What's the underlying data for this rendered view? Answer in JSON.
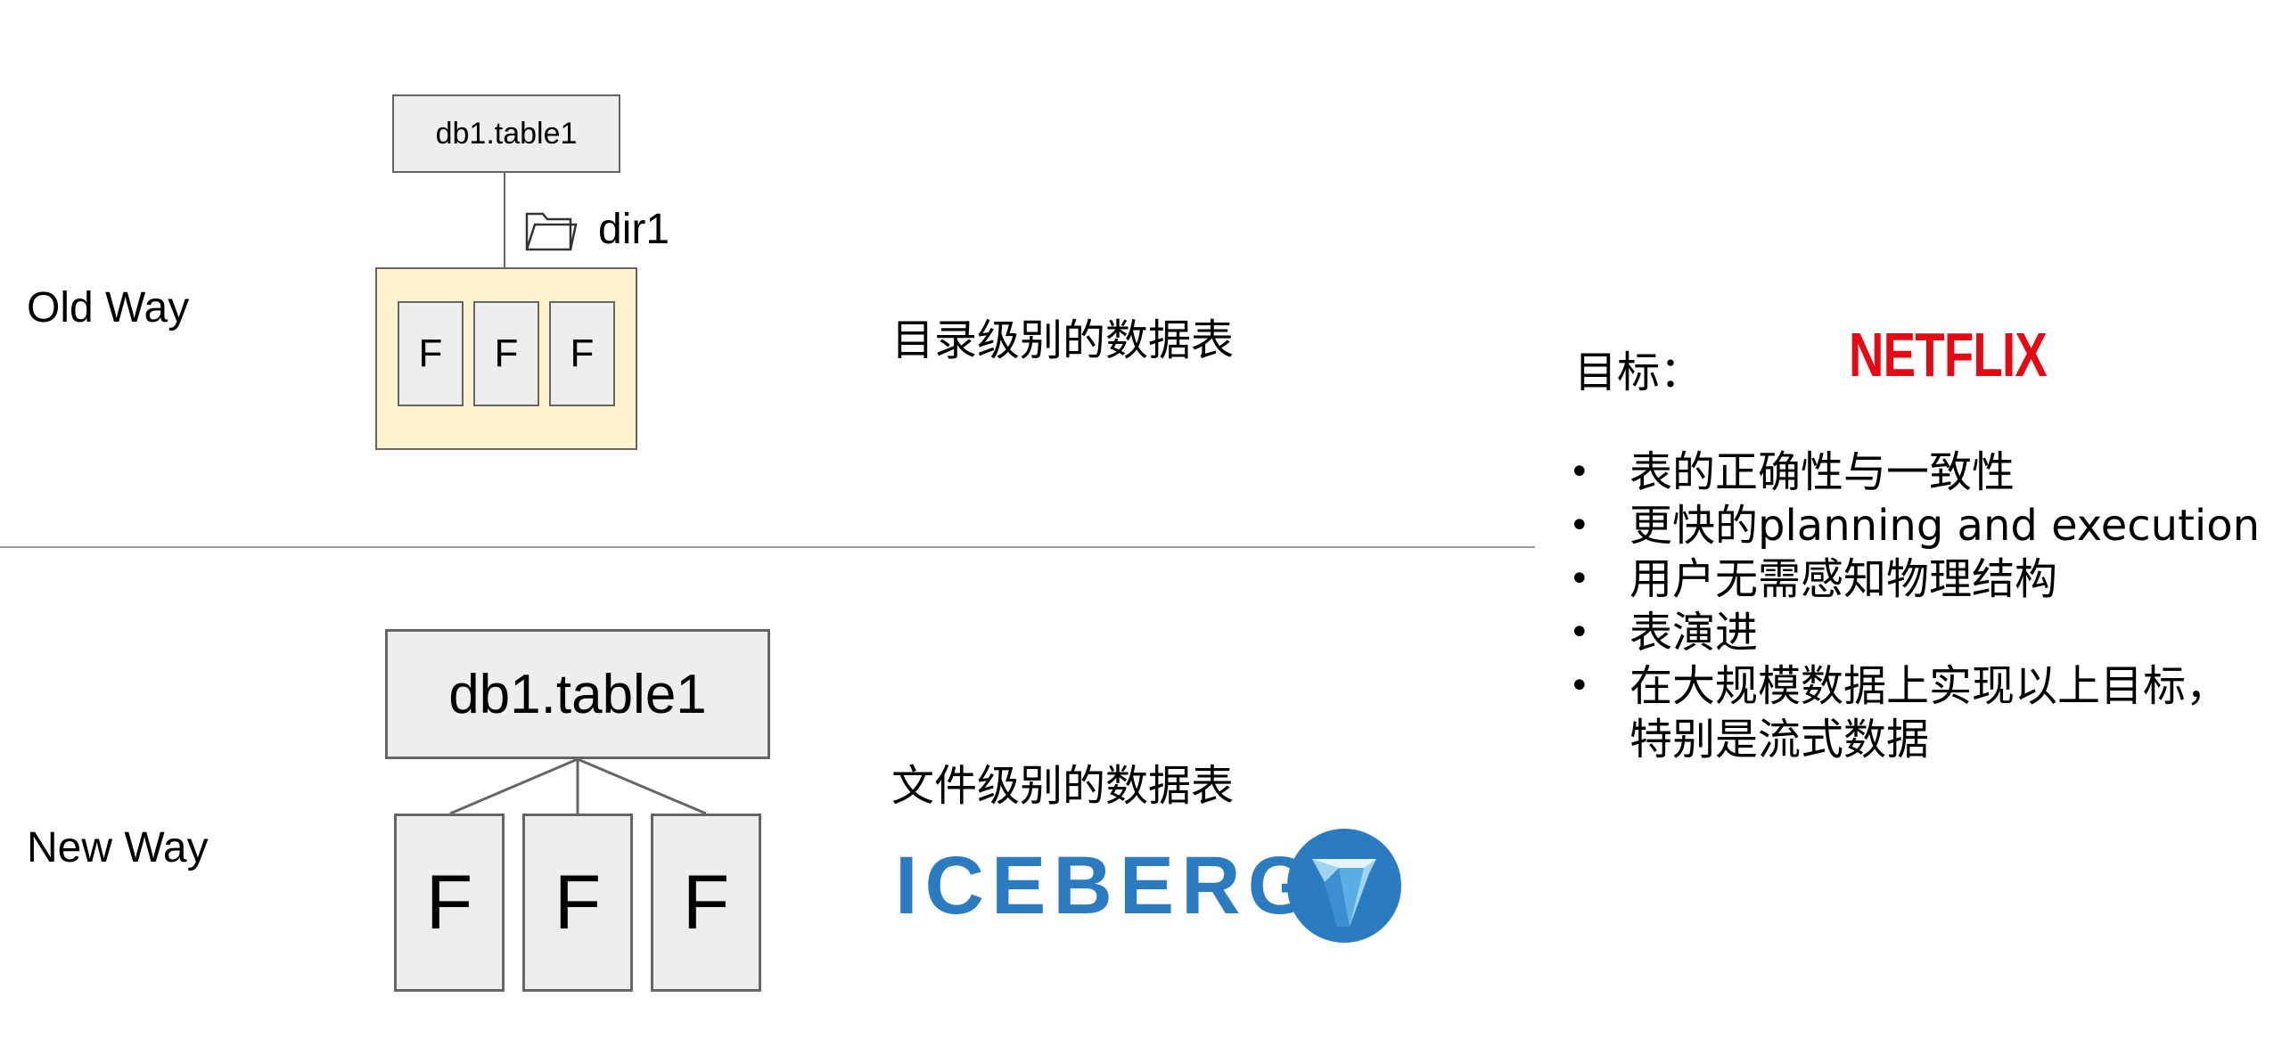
{
  "old_way": {
    "label": "Old Way",
    "table_name": "db1.table1",
    "dir_label": "dir1",
    "files": [
      "F",
      "F",
      "F"
    ],
    "description": "目录级别的数据表"
  },
  "new_way": {
    "label": "New Way",
    "table_name": "db1.table1",
    "files": [
      "F",
      "F",
      "F"
    ],
    "description": "文件级别的数据表",
    "logo_text": "ICEBERG"
  },
  "goals": {
    "title": "目标：",
    "logo_text": "NETFLIX",
    "items": [
      "表的正确性与一致性",
      "更快的planning and execution",
      "用户无需感知物理结构",
      "表演进",
      "在大规模数据上实现以上目标，\n特别是流式数据"
    ]
  },
  "colors": {
    "netflix_red": "#e50914",
    "iceberg_blue": "#2b7bc0",
    "dir_fill": "#fff2cc",
    "box_fill": "#eeeeee"
  }
}
